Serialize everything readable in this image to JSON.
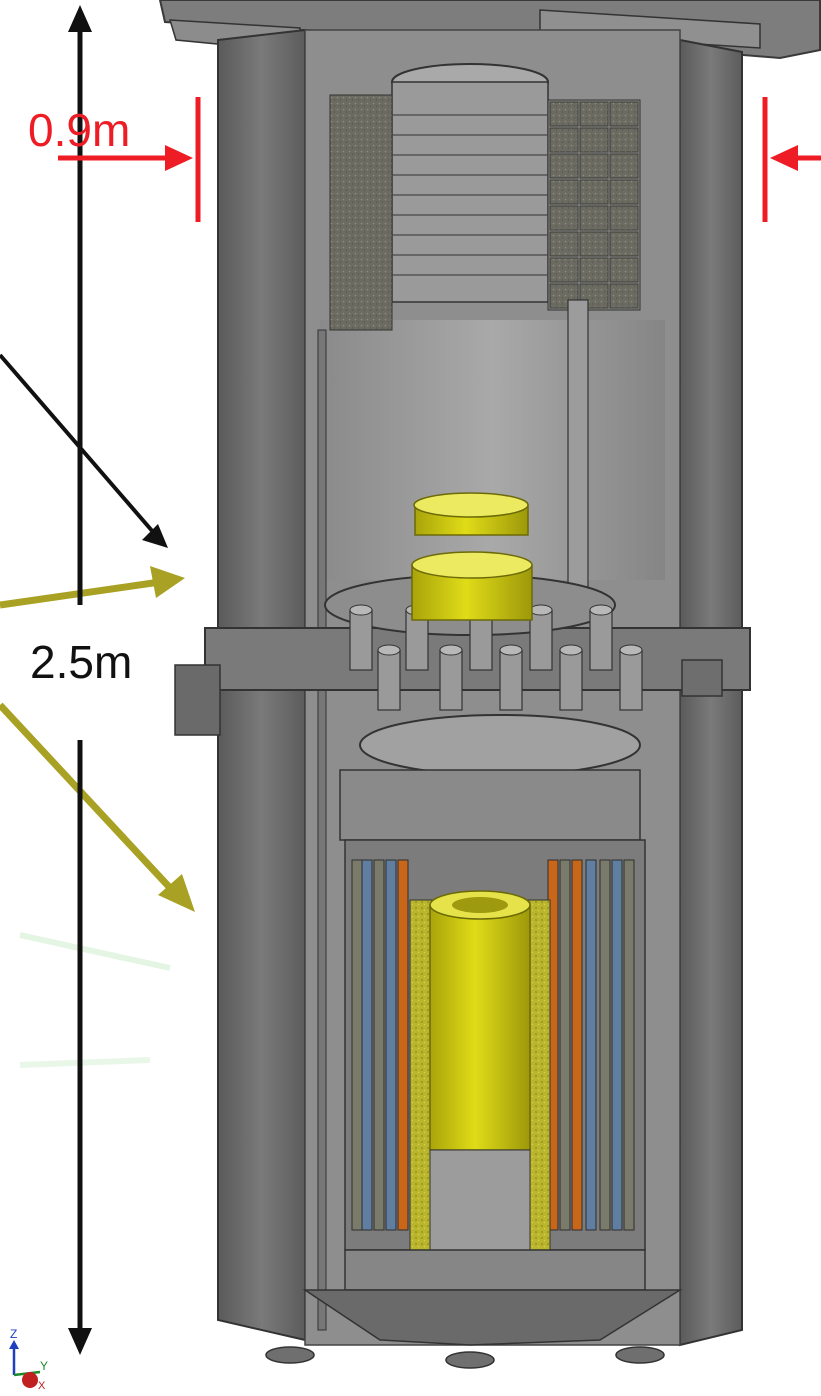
{
  "annotations": {
    "width_label": "0.9m",
    "height_label": "2.5m",
    "width_color": "#ee1c24",
    "height_color": "#111111",
    "pointer_color": "#a8a124"
  },
  "axes_triad": {
    "z": "Z",
    "y": "Y",
    "x": "X"
  },
  "colors": {
    "steel": "#6f6f6f",
    "steel_dark": "#4a4a4a",
    "steel_light": "#9a9a9a",
    "yellow": "#d6d20c",
    "blue": "#5f7ea0",
    "orange": "#c8661a",
    "speckle": "#7b7b6c"
  }
}
